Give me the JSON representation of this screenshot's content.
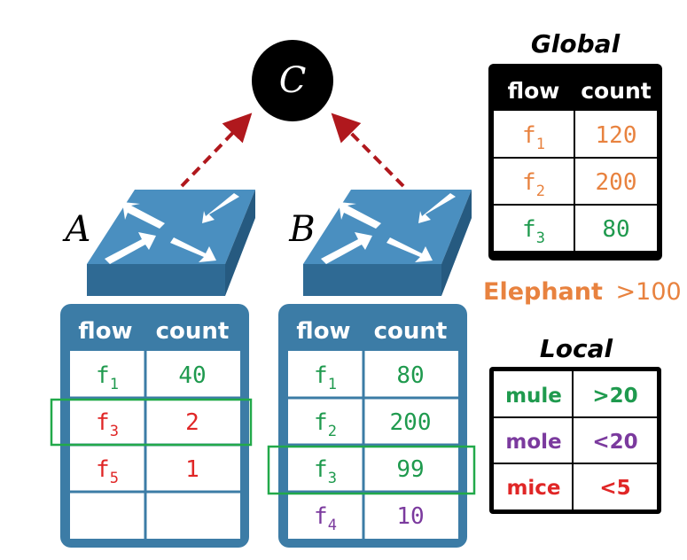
{
  "controller": {
    "label": "C"
  },
  "switches": [
    {
      "label": "A"
    },
    {
      "label": "B"
    }
  ],
  "colors": {
    "green": "#1f9a4e",
    "red": "#e02626",
    "purple": "#7b3a9e",
    "orange": "#e8823f",
    "steel": "#3c7ca6",
    "arrow": "#b0181d",
    "highlight": "#22a94a"
  },
  "local_tables": [
    {
      "headers": [
        "flow",
        "count"
      ],
      "rows": [
        {
          "flow": "f",
          "sub": "1",
          "count": "40",
          "color": "#1f9a4e"
        },
        {
          "flow": "f",
          "sub": "3",
          "count": "2",
          "color": "#e02626"
        },
        {
          "flow": "f",
          "sub": "5",
          "count": "1",
          "color": "#e02626"
        },
        {
          "flow": "",
          "sub": "",
          "count": "",
          "color": "#000000"
        }
      ]
    },
    {
      "headers": [
        "flow",
        "count"
      ],
      "rows": [
        {
          "flow": "f",
          "sub": "1",
          "count": "80",
          "color": "#1f9a4e"
        },
        {
          "flow": "f",
          "sub": "2",
          "count": "200",
          "color": "#1f9a4e"
        },
        {
          "flow": "f",
          "sub": "3",
          "count": "99",
          "color": "#1f9a4e"
        },
        {
          "flow": "f",
          "sub": "4",
          "count": "10",
          "color": "#7b3a9e"
        }
      ]
    }
  ],
  "global": {
    "title": "Global",
    "headers": [
      "flow",
      "count"
    ],
    "rows": [
      {
        "flow": "f",
        "sub": "1",
        "count": "120",
        "color": "#e8823f"
      },
      {
        "flow": "f",
        "sub": "2",
        "count": "200",
        "color": "#e8823f"
      },
      {
        "flow": "f",
        "sub": "3",
        "count": "80",
        "color": "#1f9a4e"
      }
    ]
  },
  "elephant": {
    "label": "Elephant",
    "threshold": ">100",
    "color": "#e8823f"
  },
  "local": {
    "title": "Local",
    "rows": [
      {
        "label": "mule",
        "value": ">20",
        "color": "#1f9a4e"
      },
      {
        "label": "mole",
        "value": "<20",
        "color": "#7b3a9e"
      },
      {
        "label": "mice",
        "value": "<5",
        "color": "#e02626"
      }
    ]
  }
}
